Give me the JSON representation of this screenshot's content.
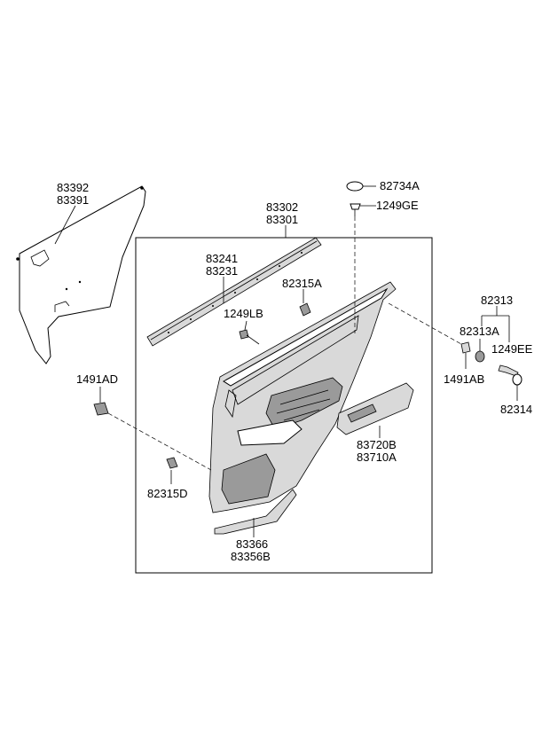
{
  "parts": {
    "p83392": "83392",
    "p83391": "83391",
    "p83302": "83302",
    "p83301": "83301",
    "p82734A": "82734A",
    "p1249GE": "1249GE",
    "p83241": "83241",
    "p83231": "83231",
    "p82315A": "82315A",
    "p1249LB": "1249LB",
    "p82313": "82313",
    "p82313A": "82313A",
    "p1249EE": "1249EE",
    "p1491AB": "1491AB",
    "p82314": "82314",
    "p1491AD": "1491AD",
    "p83720B": "83720B",
    "p83710A": "83710A",
    "p82315D": "82315D",
    "p83366": "83366",
    "p83356B": "83356B"
  }
}
